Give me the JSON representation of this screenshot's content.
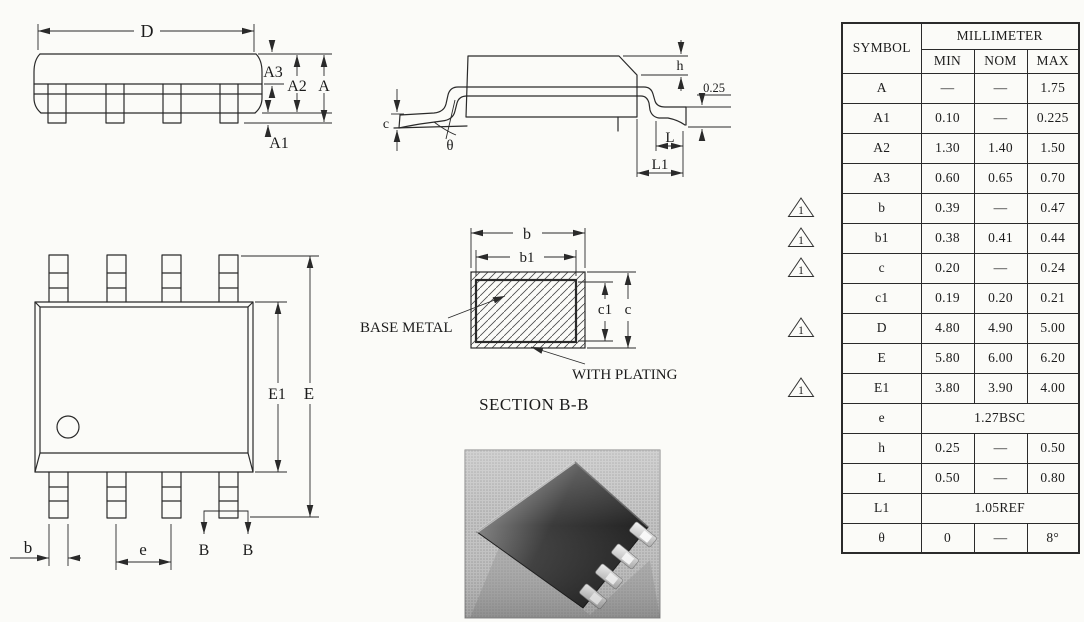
{
  "side_view": {
    "D": "D",
    "A3": "A3",
    "A2": "A2",
    "A": "A",
    "A1": "A1"
  },
  "lead_view": {
    "h": "h",
    "gauge": "0.25",
    "c": "c",
    "theta": "θ",
    "L": "L",
    "L1": "L1"
  },
  "top_view": {
    "E1": "E1",
    "E": "E",
    "b": "b",
    "e": "e",
    "B_left": "B",
    "B_right": "B"
  },
  "section_view": {
    "b": "b",
    "b1": "b1",
    "c1": "c1",
    "c": "c",
    "base_metal": "BASE METAL",
    "with_plating": "WITH PLATING",
    "title": "SECTION B-B"
  },
  "table": {
    "col_headers": {
      "symbol": "SYMBOL",
      "group": "MILLIMETER",
      "min": "MIN",
      "nom": "NOM",
      "max": "MAX"
    },
    "note_marker": "1",
    "note_symbols": [
      "b",
      "b1",
      "c",
      "D",
      "E1"
    ],
    "rows": [
      {
        "s": "A",
        "min": "—",
        "nom": "—",
        "max": "1.75"
      },
      {
        "s": "A1",
        "min": "0.10",
        "nom": "—",
        "max": "0.225"
      },
      {
        "s": "A2",
        "min": "1.30",
        "nom": "1.40",
        "max": "1.50"
      },
      {
        "s": "A3",
        "min": "0.60",
        "nom": "0.65",
        "max": "0.70"
      },
      {
        "s": "b",
        "min": "0.39",
        "nom": "—",
        "max": "0.47"
      },
      {
        "s": "b1",
        "min": "0.38",
        "nom": "0.41",
        "max": "0.44"
      },
      {
        "s": "c",
        "min": "0.20",
        "nom": "—",
        "max": "0.24"
      },
      {
        "s": "c1",
        "min": "0.19",
        "nom": "0.20",
        "max": "0.21"
      },
      {
        "s": "D",
        "min": "4.80",
        "nom": "4.90",
        "max": "5.00"
      },
      {
        "s": "E",
        "min": "5.80",
        "nom": "6.00",
        "max": "6.20"
      },
      {
        "s": "E1",
        "min": "3.80",
        "nom": "3.90",
        "max": "4.00"
      },
      {
        "s": "e",
        "span": "1.27BSC"
      },
      {
        "s": "h",
        "min": "0.25",
        "nom": "—",
        "max": "0.50"
      },
      {
        "s": "L",
        "min": "0.50",
        "nom": "—",
        "max": "0.80"
      },
      {
        "s": "L1",
        "span": "1.05REF"
      },
      {
        "s": "θ",
        "min": "0",
        "nom": "—",
        "max": "8°"
      }
    ]
  }
}
